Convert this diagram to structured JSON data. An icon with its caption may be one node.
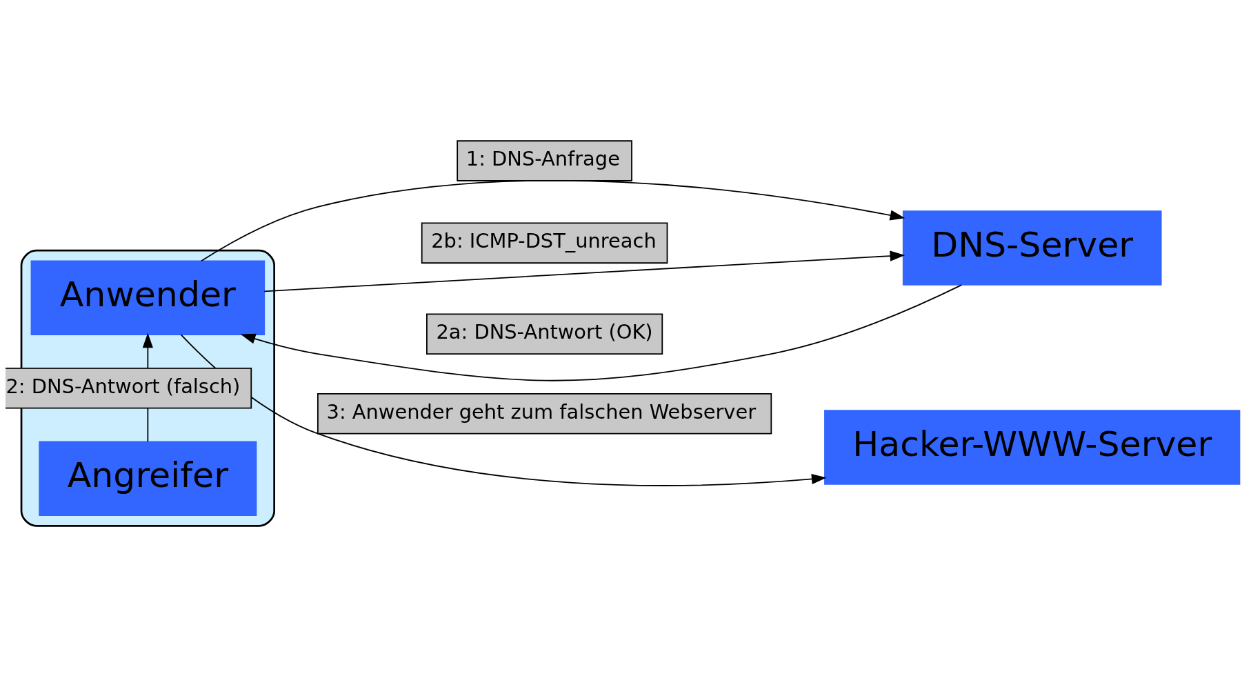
{
  "diagram": {
    "nodes": [
      {
        "text": [],
        "shape": "ellipse"
      },
      {
        "text": [
          "Anwender"
        ],
        "in": 0
      },
      {
        "text": [
          "Angreifer"
        ],
        "in": 0
      },
      {
        "text": [
          "DNS-Server"
        ]
      },
      {
        "text": [
          "Hacker-WWW-Server"
        ]
      }
    ],
    "edges": [
      {
        "from": 1,
        "to": 3,
        "arrow": "to",
        "label": "1: DNS-Anfrage"
      },
      {
        "from": 3,
        "to": 1,
        "arrow": "to",
        "label": "2a: DNS-Antwort (OK)"
      },
      {
        "from": 1,
        "to": 3,
        "arrow": "to",
        "label": "2b: ICMP-DST_unreach"
      },
      {
        "from": 2,
        "to": 1,
        "arrow": "to",
        "label": "2: DNS-Antwort (falsch)"
      },
      {
        "from": 1,
        "to": 4,
        "arrow": "to",
        "label": "3: Anwender geht zum falschen Webserver"
      }
    ]
  }
}
